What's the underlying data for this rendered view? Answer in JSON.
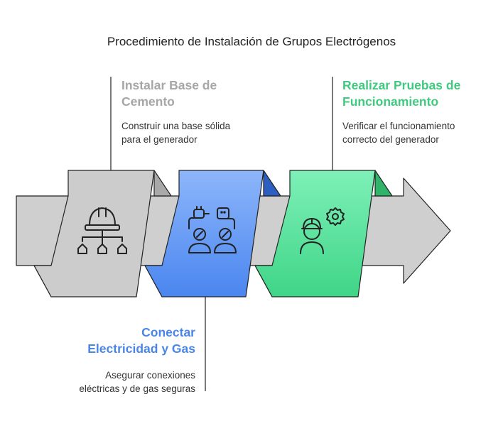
{
  "title": "Procedimiento de Instalación de Grupos Electrógenos",
  "colors": {
    "arrow_fill": "#cfcfcf",
    "arrow_stroke": "#222222",
    "step1": "#cccccc",
    "step1_heading": "#a6a6a6",
    "step2": "#5b93f2",
    "step2_heading": "#4a86e8",
    "step3": "#55e09a",
    "step3_heading": "#3fca7f"
  },
  "steps": [
    {
      "heading_line1": "Instalar Base de",
      "heading_line2": "Cemento",
      "desc_line1": "Construir una base sólida",
      "desc_line2": "para el generador",
      "icon": "hardhat-hierarchy-icon"
    },
    {
      "heading_line1": "Conectar",
      "heading_line2": "Electricidad y Gas",
      "desc_line1": "Asegurar conexiones",
      "desc_line2": "eléctricas y de gas seguras",
      "icon": "plug-connection-icon"
    },
    {
      "heading_line1": "Realizar Pruebas de",
      "heading_line2": "Funcionamiento",
      "desc_line1": "Verificar el funcionamiento",
      "desc_line2": "correcto del generador",
      "icon": "worker-gear-icon"
    }
  ]
}
